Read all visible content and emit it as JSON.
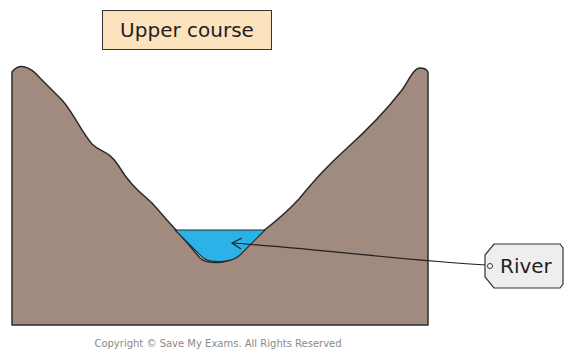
{
  "diagram": {
    "title": "Upper course",
    "nodes": [
      {
        "text": [
          "River"
        ]
      }
    ],
    "labels": [
      "Copyright © Save My Exams. All Rights Reserved"
    ]
  }
}
